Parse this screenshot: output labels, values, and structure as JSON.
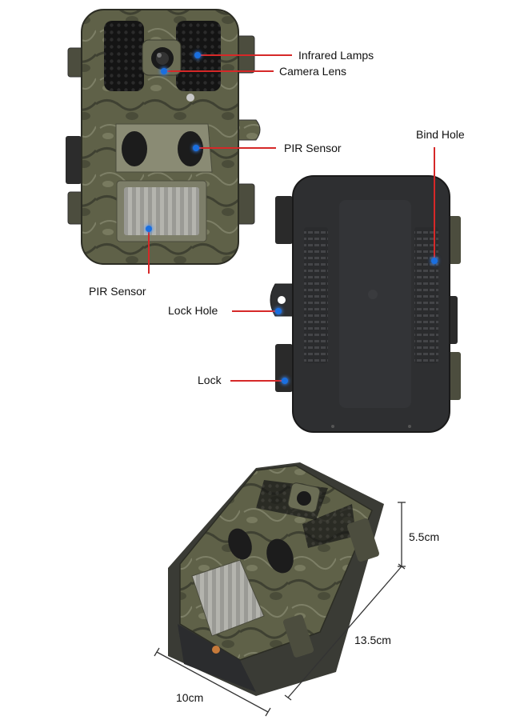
{
  "labels": {
    "infrared_lamps": "Infrared Lamps",
    "camera_lens": "Camera Lens",
    "pir_sensor_top": "PIR Sensor",
    "pir_sensor_bottom": "PIR Sensor",
    "bind_hole": "Bind Hole",
    "lock_hole": "Lock Hole",
    "lock": "Lock"
  },
  "dimensions": {
    "height": "5.5cm",
    "length": "13.5cm",
    "width": "10cm"
  },
  "colors": {
    "callout_line": "#d62828",
    "callout_dot": "#1a6fe0",
    "camo_base": "#5f6148",
    "back_cover": "#2e2f31"
  }
}
